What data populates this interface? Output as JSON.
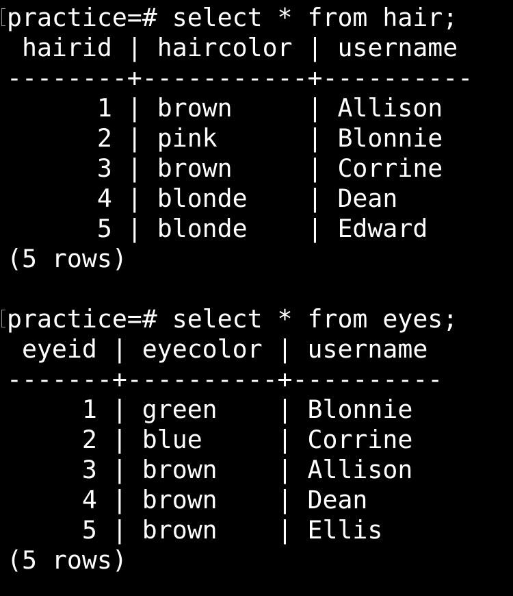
{
  "terminal": {
    "background": "#000000",
    "foreground": "#ffffff",
    "blocks": [
      {
        "command": "practice=# select * from hair;",
        "header": " hairid | haircolor | username",
        "separator": "--------+-----------+----------",
        "rows": [
          "      1 | brown     | Allison",
          "      2 | pink      | Blonnie",
          "      3 | brown     | Corrine",
          "      4 | blonde    | Dean",
          "      5 | blonde    | Edward"
        ],
        "footer": "(5 rows)"
      },
      {
        "command": "practice=# select * from eyes;",
        "header": " eyeid | eyecolor | username",
        "separator": "-------+----------+----------",
        "rows": [
          "     1 | green    | Blonnie",
          "     2 | blue     | Corrine",
          "     3 | brown    | Allison",
          "     4 | brown    | Dean",
          "     5 | brown    | Ellis"
        ],
        "footer": "(5 rows)"
      }
    ]
  }
}
